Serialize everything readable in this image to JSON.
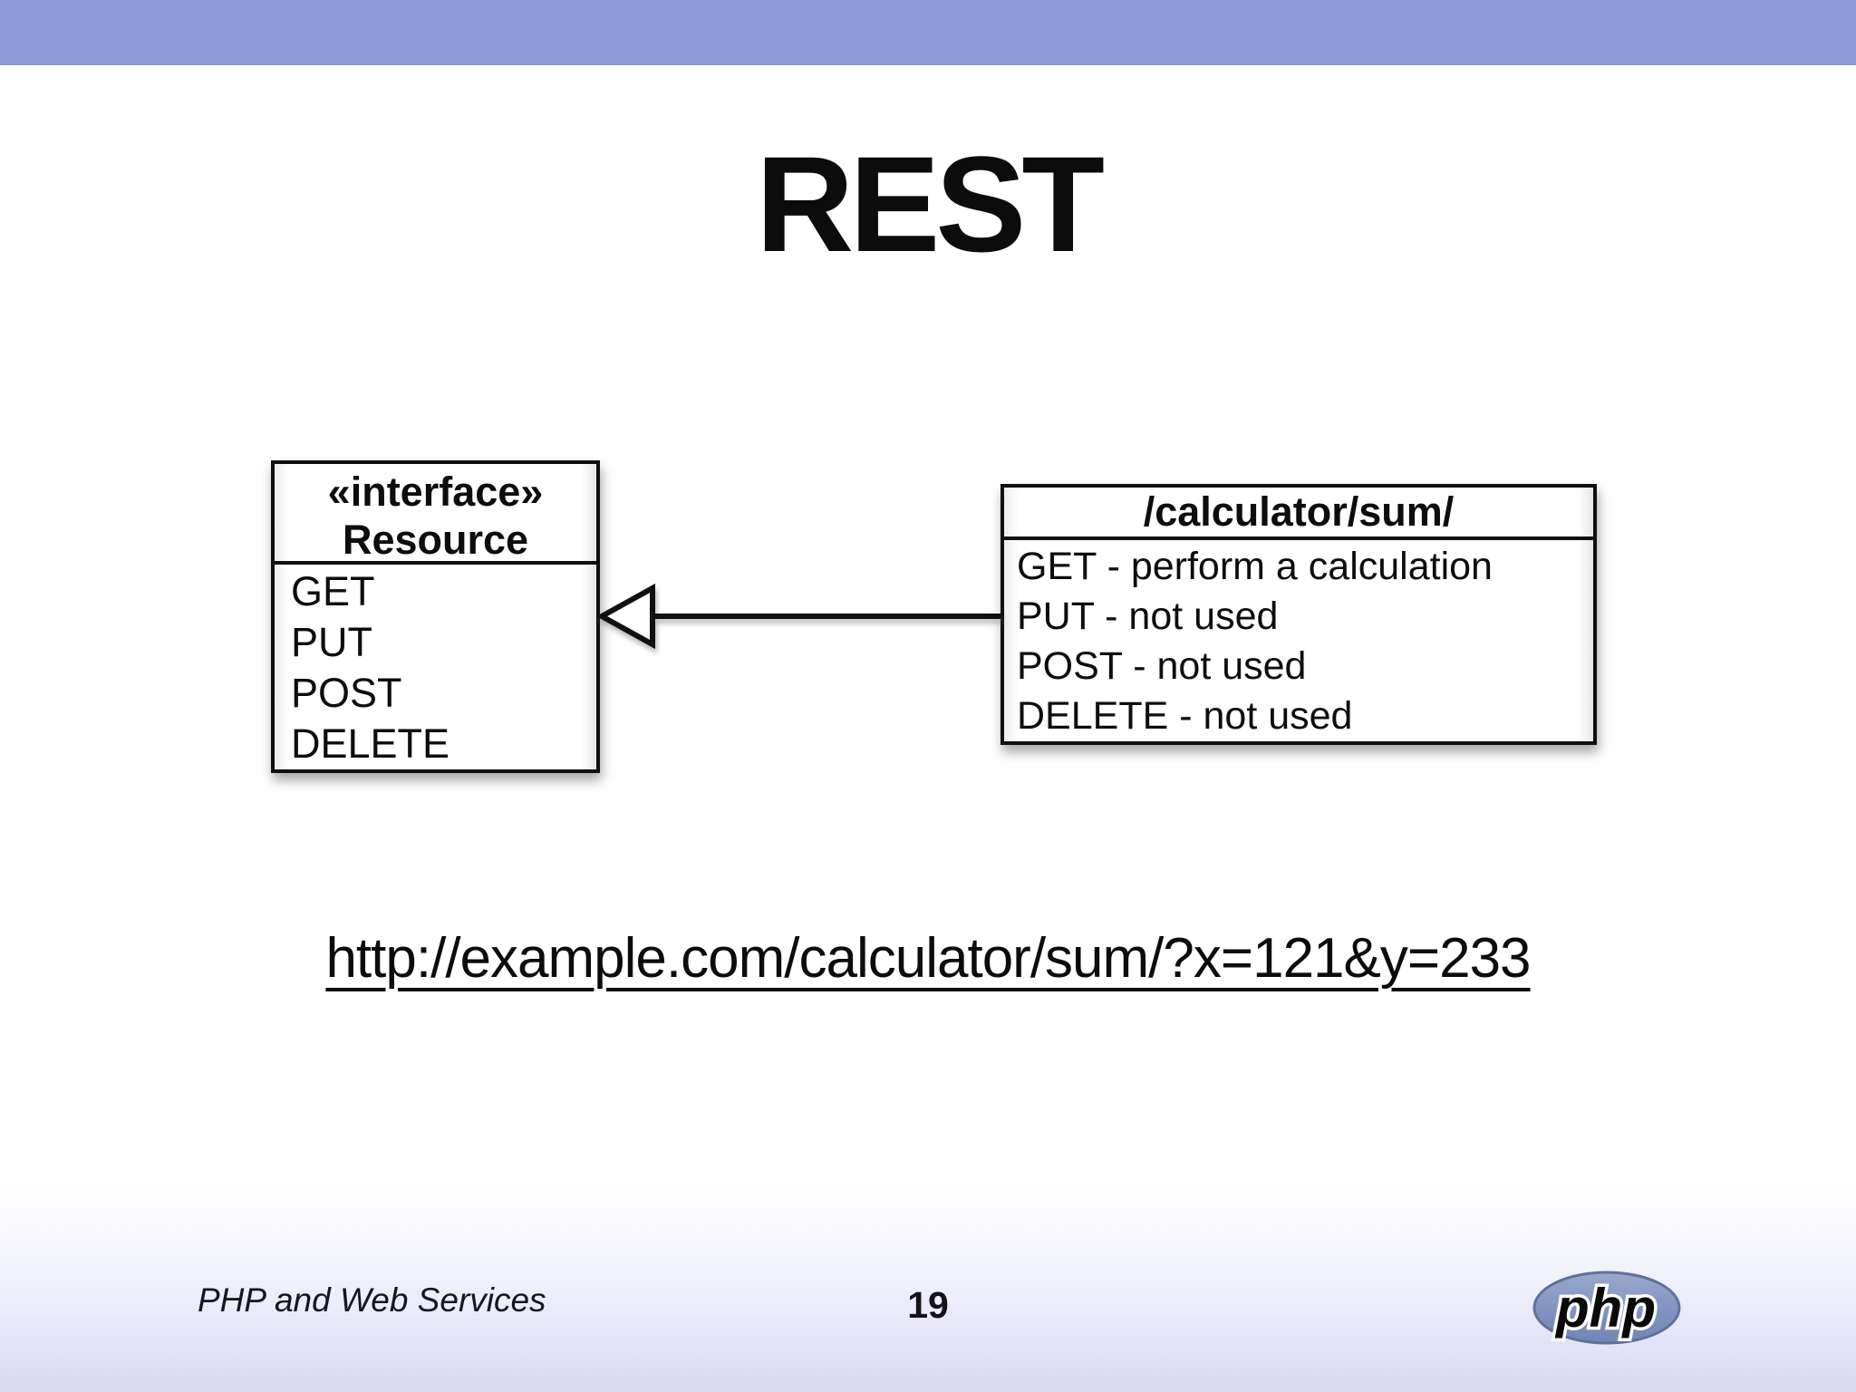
{
  "slide": {
    "title": "REST",
    "url": "http://example.com/calculator/sum/?x=121&y=233"
  },
  "diagram": {
    "interface_box": {
      "stereotype": "«interface»",
      "name": "Resource",
      "methods": [
        "GET",
        "PUT",
        "POST",
        "DELETE"
      ]
    },
    "resource_box": {
      "title": "/calculator/sum/",
      "operations": [
        "GET - perform a calculation",
        "PUT - not used",
        "POST - not used",
        "DELETE - not used"
      ]
    },
    "relation": "realization arrow (hollow triangle pointing at interface)"
  },
  "footer": {
    "left_text": "PHP and Web Services",
    "page_number": "19",
    "logo_text": "php"
  },
  "colors": {
    "top_bar": "#8a9ad6",
    "slide_background": "#ffffff",
    "footer_bottom": "#d7d7f2",
    "php_ellipse_fill": "#8093c0",
    "php_ellipse_edge": "#5f719b",
    "text": "#0c0c0c"
  }
}
